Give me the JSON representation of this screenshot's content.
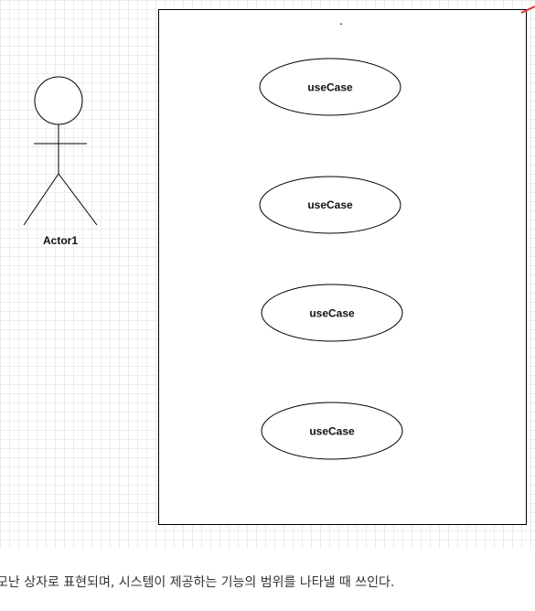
{
  "diagram": {
    "actor": {
      "label": "Actor1"
    },
    "system_boundary": {
      "marker": "."
    },
    "use_cases": [
      {
        "label": "useCase"
      },
      {
        "label": "useCase"
      },
      {
        "label": "useCase"
      },
      {
        "label": "useCase"
      }
    ],
    "colors": {
      "stroke": "#000000",
      "fill": "#ffffff",
      "grid": "#ececec",
      "corner_accent": "#e03030"
    }
  },
  "caption": {
    "text": "모난 상자로 표현되며, 시스템이 제공하는 기능의 범위를 나타낼 때 쓰인다."
  }
}
